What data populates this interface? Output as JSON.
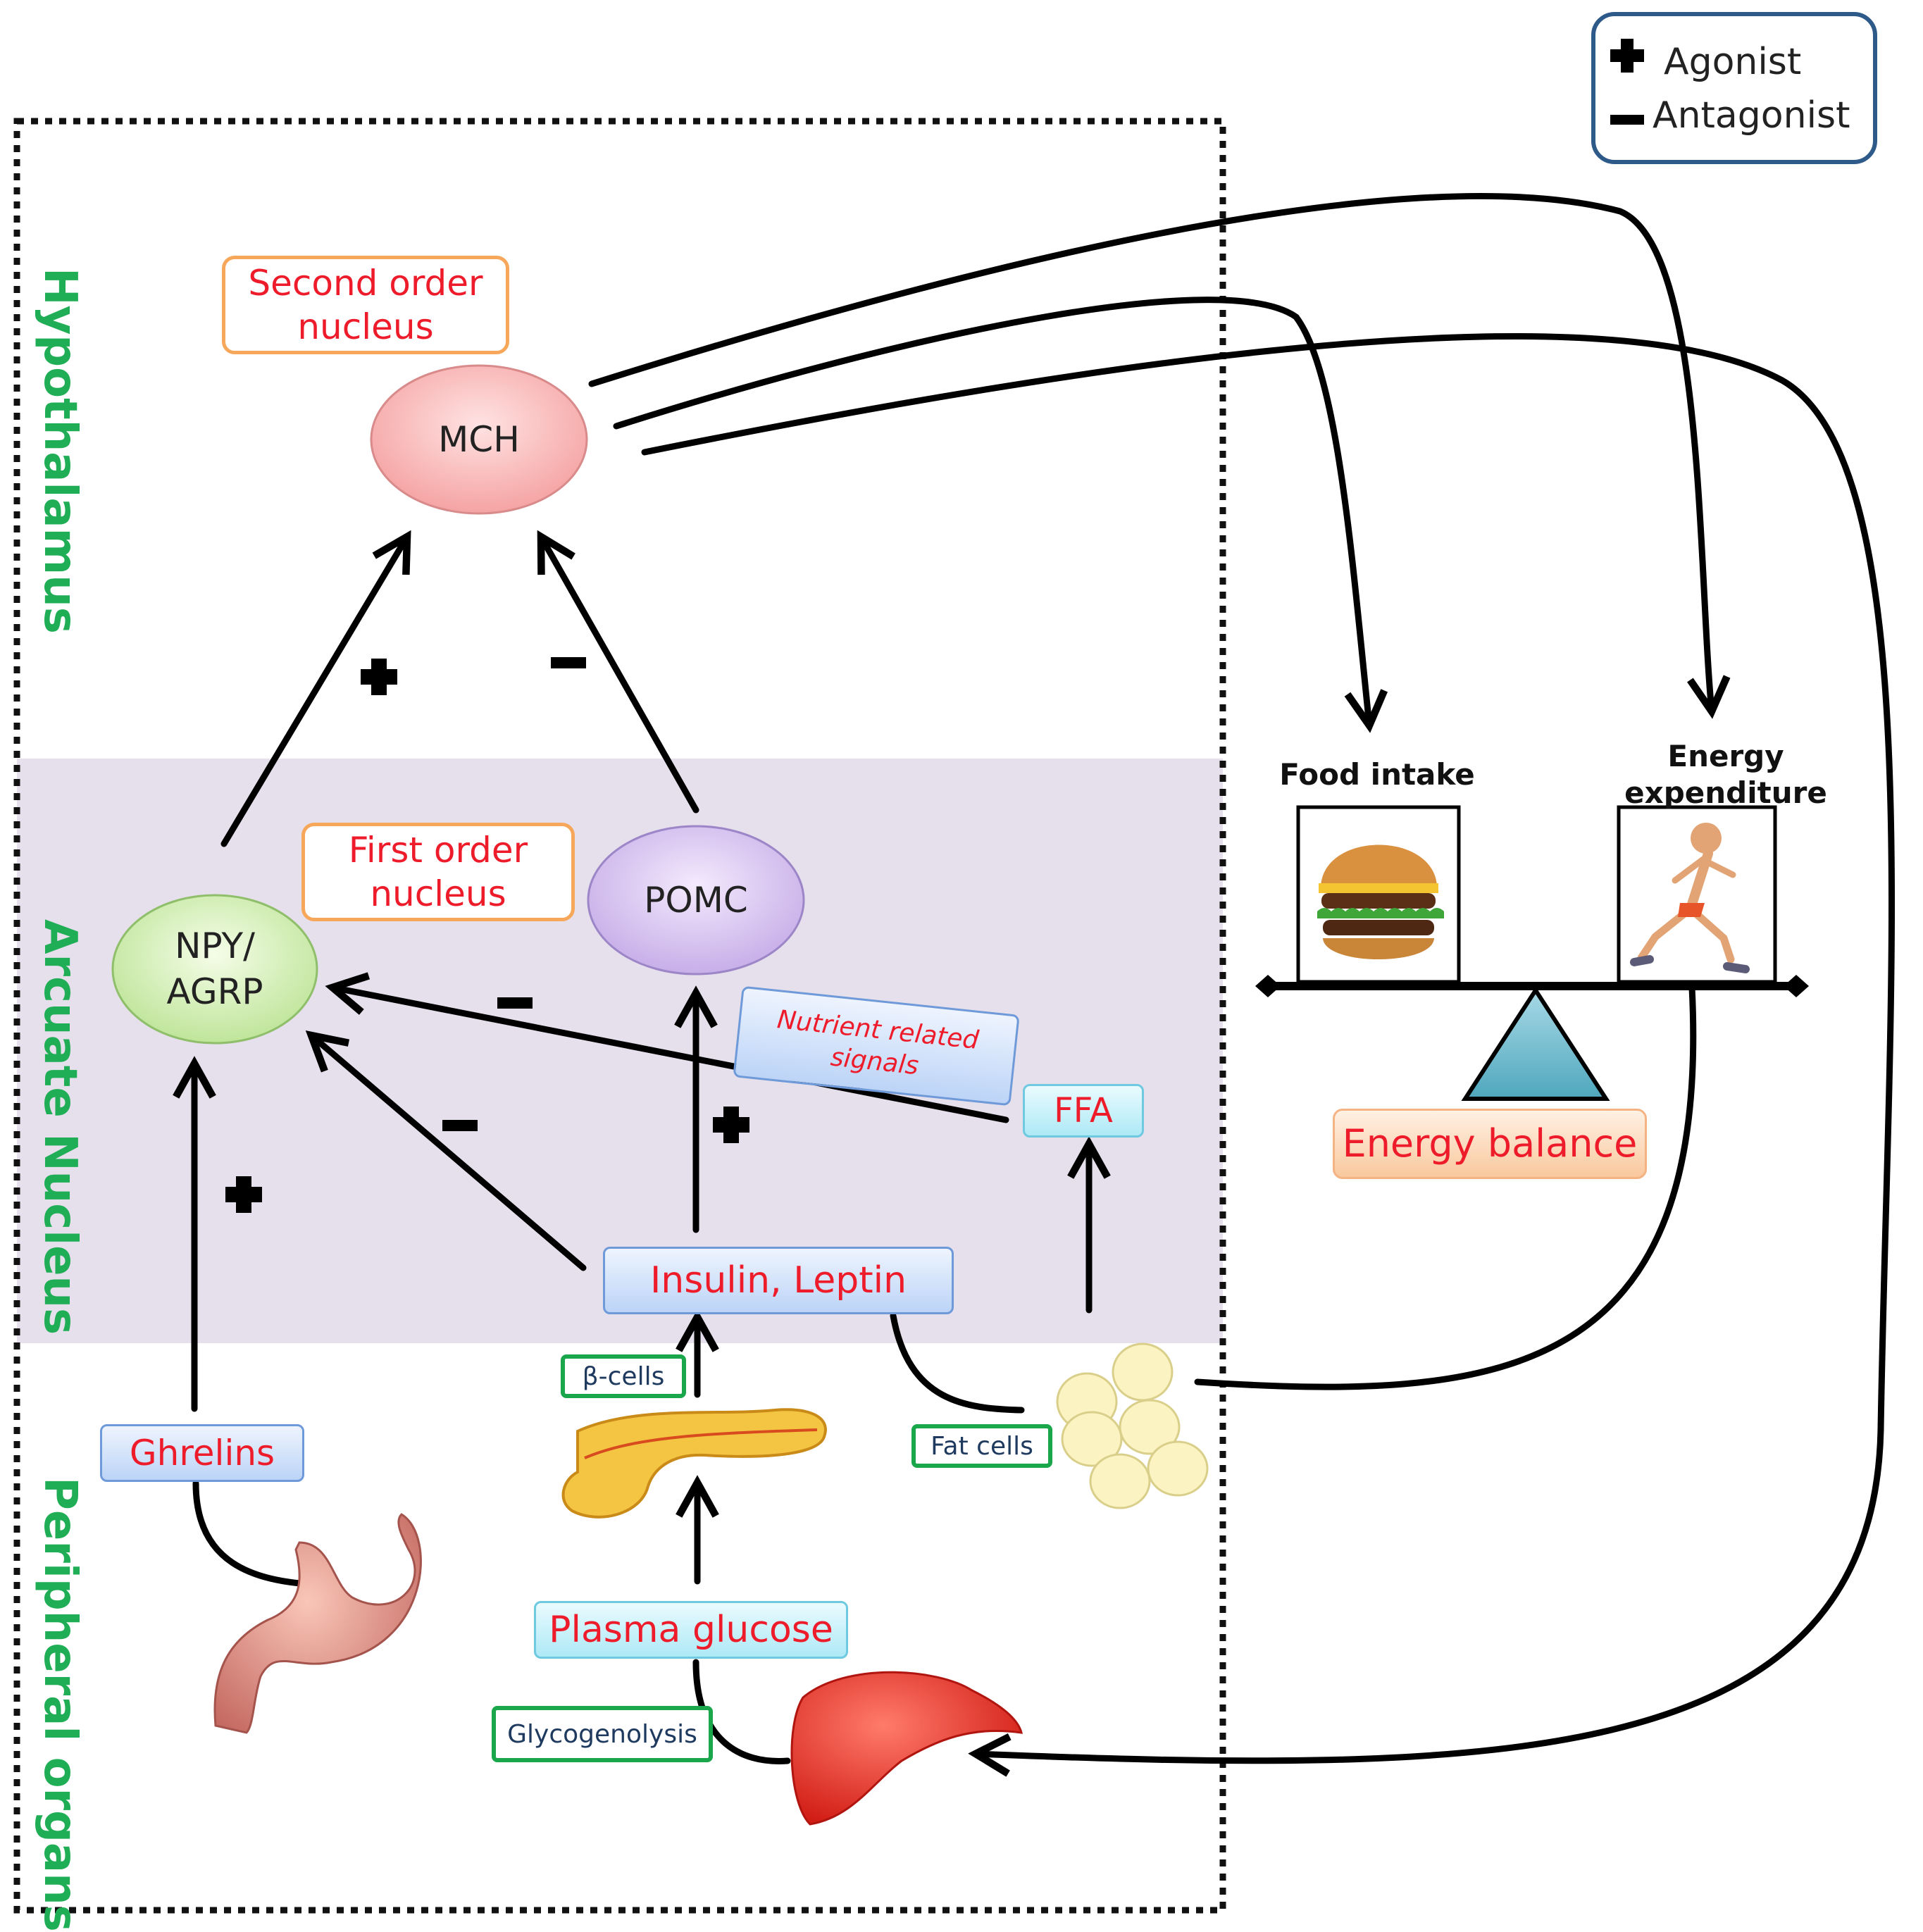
{
  "legend": {
    "agonist": "Agonist",
    "antagonist": "Antagonist"
  },
  "regions": {
    "hypothalamus": "Hypothalamus",
    "arcuate": "Arcuate Nucleus",
    "peripheral": "Peripheral organs"
  },
  "nodes": {
    "mch": "MCH",
    "pomc": "POMC",
    "npy_agrp": "NPY/\nAGRP",
    "second_order": "Second order\nnucleus",
    "first_order": "First order\nnucleus",
    "nutrient": "Nutrient related\nsignals",
    "ffa": "FFA",
    "insulin_leptin": "Insulin, Leptin",
    "ghrelins": "Ghrelins",
    "beta_cells": "β-cells",
    "fat_cells": "Fat cells",
    "plasma_glucose": "Plasma glucose",
    "glycogenolysis": "Glycogenolysis"
  },
  "balance": {
    "food_intake": "Food intake",
    "energy_expenditure": "Energy expenditure",
    "energy_balance": "Energy balance"
  },
  "icons": [
    "burger-icon",
    "runner-icon",
    "stomach-icon",
    "pancreas-icon",
    "liver-icon",
    "fat-cells-icon"
  ]
}
